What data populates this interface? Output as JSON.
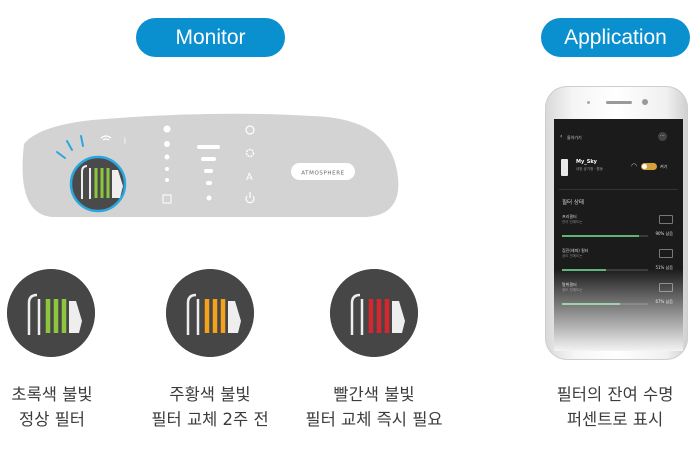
{
  "header": {
    "monitor_label": "Monitor",
    "application_label": "Application"
  },
  "panel": {
    "brand_label": "ATMOSPHERE",
    "mode_letter": "A"
  },
  "status_items": [
    {
      "line1": "초록색 불빛",
      "line2": "정상 필터",
      "bar_color": "#8cc63f"
    },
    {
      "line1": "주황색 불빛",
      "line2": "필터 교체 2주 전",
      "bar_color": "#f4a11b"
    },
    {
      "line1": "빨간색 불빛",
      "line2": "필터 교체 즉시 필요",
      "bar_color": "#d7262e"
    }
  ],
  "app": {
    "caption_line1": "필터의 잔여 수명",
    "caption_line2": "퍼센트로 표시",
    "back_label": "돌아가기",
    "device_name": "My_Sky",
    "device_sub": "내방 공기청 · 활동",
    "toggle_label": "켜기",
    "section_title": "필터 상태",
    "filters": [
      {
        "name": "프리필터",
        "sub": "언어 전에도는",
        "percent_label": "90% 남음",
        "percent": 90
      },
      {
        "name": "집진(헤파) 필터",
        "sub": "상도 전에도는",
        "percent_label": "51% 남음",
        "percent": 51
      },
      {
        "name": "탈취필터",
        "sub": "정도 전에도는",
        "percent_label": "67% 남음",
        "percent": 67
      }
    ]
  },
  "colors": {
    "accent": "#0a8fcf",
    "panel_gray": "#d3d3d3",
    "dark_circle": "#464646",
    "green": "#8cc63f",
    "orange": "#f4a11b",
    "red": "#d7262e",
    "indicator_blue": "#2aa7e0"
  }
}
